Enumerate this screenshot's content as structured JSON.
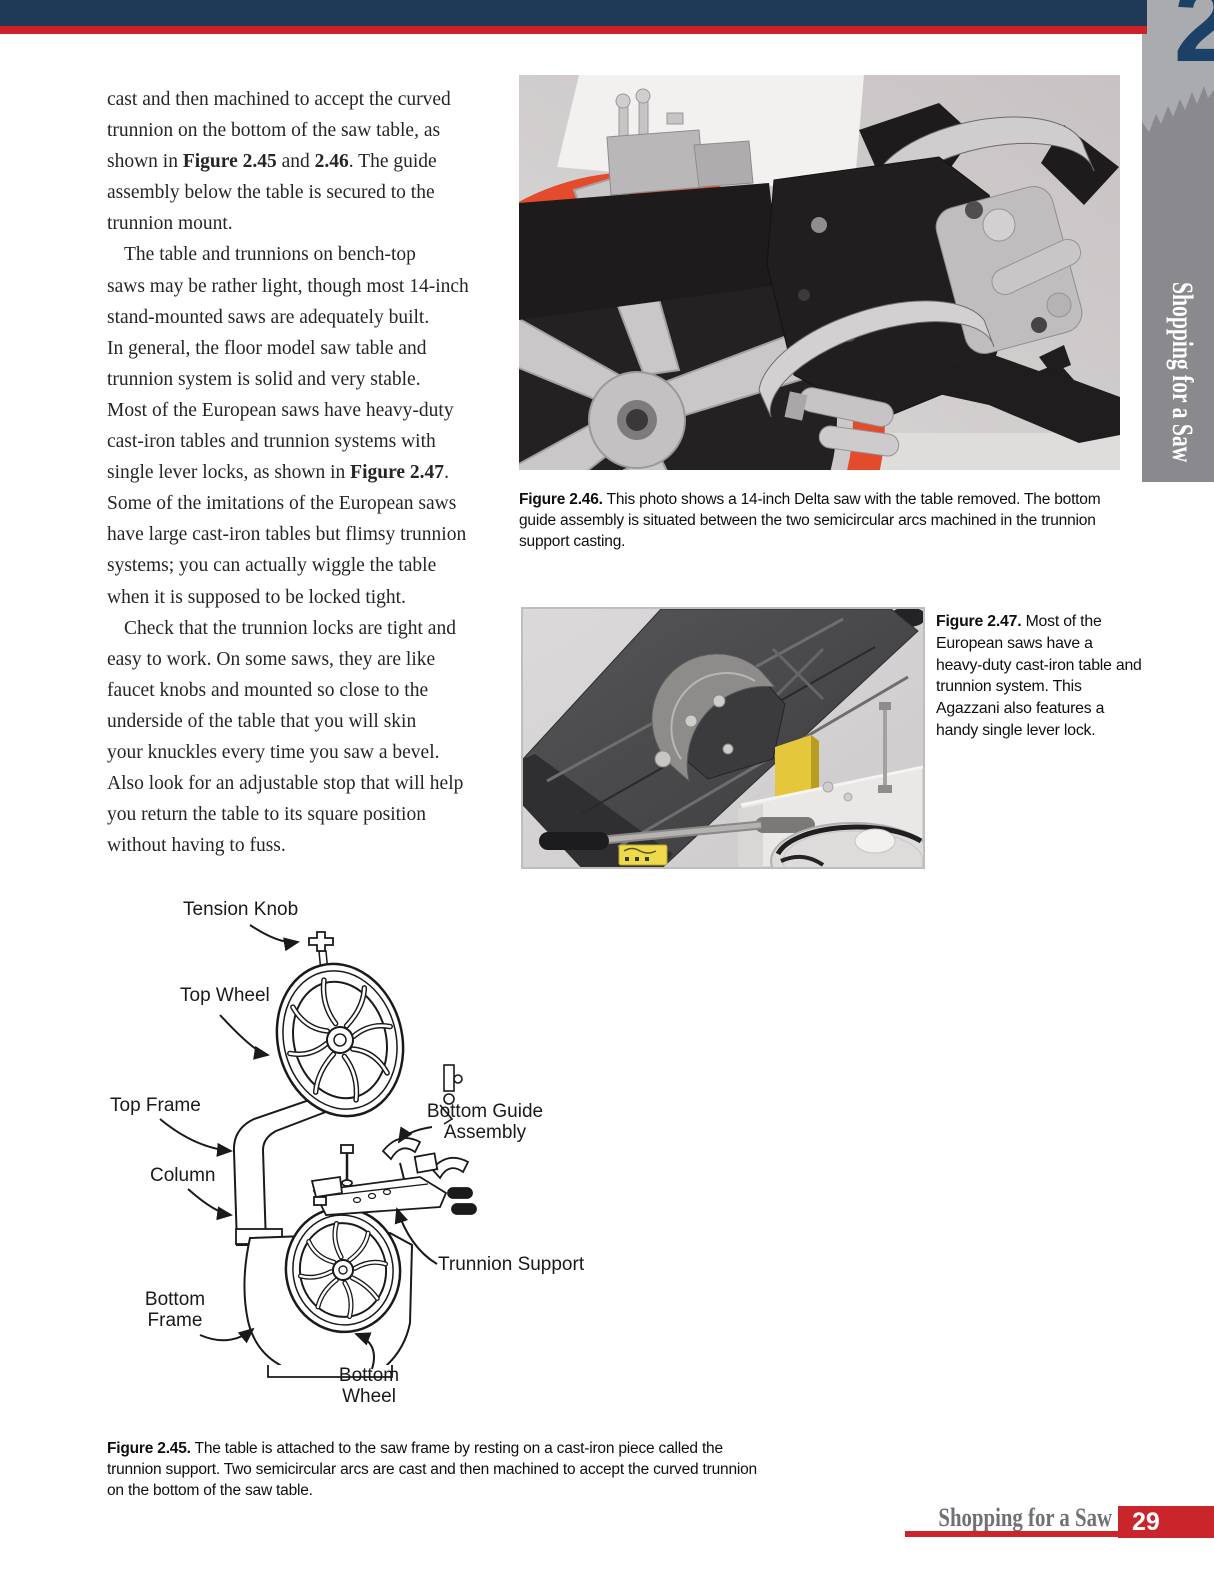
{
  "page": {
    "chapter_number": "2",
    "sidebar_title": "Shopping for a Saw",
    "footer": {
      "section": "Shopping for a Saw",
      "page_number": "29"
    }
  },
  "colors": {
    "header_navy": "#1e3a57",
    "accent_red": "#cc2127",
    "tab_light_gray": "#a9abae",
    "tab_dark_gray": "#8a8a8e",
    "photo_tire_orange": "#e44a2c",
    "diagram_highlight_yellow": "#e5c73b"
  },
  "body": {
    "lines": [
      {
        "seg": [
          {
            "t": "cast and then machined to accept the curved"
          }
        ]
      },
      {
        "seg": [
          {
            "t": "trunnion on the bottom of the saw table, as"
          }
        ]
      },
      {
        "seg": [
          {
            "t": "shown in "
          },
          {
            "t": "Figure 2.45",
            "b": true
          },
          {
            "t": " and "
          },
          {
            "t": "2.46",
            "b": true
          },
          {
            "t": ". The guide"
          }
        ]
      },
      {
        "seg": [
          {
            "t": "assembly below the table is secured to the"
          }
        ]
      },
      {
        "seg": [
          {
            "t": "trunnion mount."
          }
        ]
      },
      {
        "ind": true,
        "seg": [
          {
            "t": "The table and trunnions on bench-top"
          }
        ]
      },
      {
        "seg": [
          {
            "t": "saws may be rather light, though most 14-inch"
          }
        ]
      },
      {
        "seg": [
          {
            "t": "stand-mounted saws are adequately built."
          }
        ]
      },
      {
        "seg": [
          {
            "t": "In general, the floor model saw table and"
          }
        ]
      },
      {
        "seg": [
          {
            "t": "trunnion system is solid and very stable."
          }
        ]
      },
      {
        "seg": [
          {
            "t": "Most of the European saws have heavy-duty"
          }
        ]
      },
      {
        "seg": [
          {
            "t": "cast-iron tables and trunnion systems with"
          }
        ]
      },
      {
        "seg": [
          {
            "t": "single lever locks, as shown in "
          },
          {
            "t": "Figure 2.47",
            "b": true
          },
          {
            "t": "."
          }
        ]
      },
      {
        "seg": [
          {
            "t": "Some of the imitations of the European saws"
          }
        ]
      },
      {
        "seg": [
          {
            "t": "have large cast-iron tables but flimsy trunnion"
          }
        ]
      },
      {
        "seg": [
          {
            "t": "systems; you can actually wiggle the table"
          }
        ]
      },
      {
        "seg": [
          {
            "t": "when it is supposed to be locked tight."
          }
        ]
      },
      {
        "ind": true,
        "seg": [
          {
            "t": "Check that the trunnion locks are tight and"
          }
        ]
      },
      {
        "seg": [
          {
            "t": "easy to work. On some saws, they are like"
          }
        ]
      },
      {
        "seg": [
          {
            "t": "faucet knobs and mounted so close to the"
          }
        ]
      },
      {
        "seg": [
          {
            "t": "underside of the table that you will skin"
          }
        ]
      },
      {
        "seg": [
          {
            "t": "your knuckles every time you saw a bevel."
          }
        ]
      },
      {
        "seg": [
          {
            "t": "Also look for an adjustable stop that will help"
          }
        ]
      },
      {
        "seg": [
          {
            "t": "you return the table to its square position"
          }
        ]
      },
      {
        "seg": [
          {
            "t": "without having to fuss."
          }
        ]
      }
    ]
  },
  "figures": {
    "fig245": {
      "label": "Figure 2.45.",
      "caption": " The table is attached to the saw frame by resting on a cast-iron piece called the trunnion support. Two semicircular arcs are cast and then machined to accept the curved trunnion on the bottom of the saw table."
    },
    "fig246": {
      "label": "Figure 2.46.",
      "caption": " This photo shows a 14-inch Delta saw with the table removed. The bottom guide assembly is situated between the two semicircular arcs machined in the trunnion support casting."
    },
    "fig247": {
      "label": "Figure 2.47.",
      "caption": " Most of the European saws have a heavy-duty cast-iron table and trunnion system. This Agazzani also features a handy single lever lock."
    }
  },
  "diagram": {
    "labels": [
      {
        "text": "Tension Knob"
      },
      {
        "text": "Top Wheel"
      },
      {
        "text": "Top Frame"
      },
      {
        "text": "Column"
      },
      {
        "text": "Bottom Guide\nAssembly"
      },
      {
        "text": "Trunnion Support"
      },
      {
        "text": "Bottom\nFrame"
      },
      {
        "text": "Bottom\nWheel"
      }
    ]
  }
}
